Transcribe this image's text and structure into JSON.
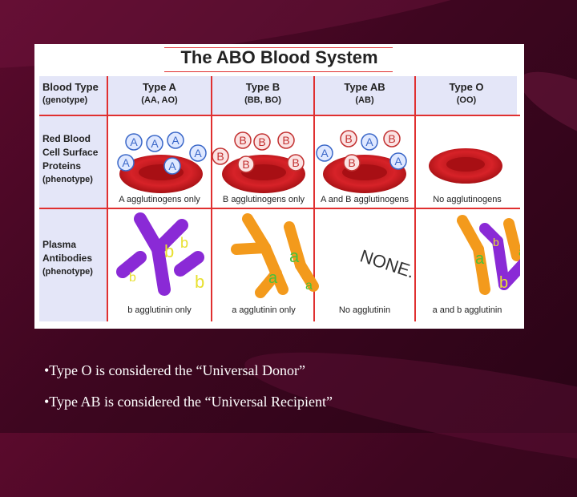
{
  "figure": {
    "title": "The ABO Blood System",
    "header_label": "Blood Type",
    "header_label_sub": "(genotype)",
    "types": [
      {
        "name": "Type A",
        "genotype": "(AA, AO)"
      },
      {
        "name": "Type B",
        "genotype": "(BB, BO)"
      },
      {
        "name": "Type AB",
        "genotype": "(AB)"
      },
      {
        "name": "Type O",
        "genotype": "(OO)"
      }
    ],
    "row_rbc": {
      "label_1": "Red Blood",
      "label_2": "Cell Surface",
      "label_3": "Proteins",
      "label_sub": "(phenotype)"
    },
    "row_plasma": {
      "label_1": "Plasma",
      "label_2": "Antibodies",
      "label_sub": "(phenotype)"
    },
    "rbc_captions": [
      "A agglutinogens only",
      "B agglutinogens only",
      "A and B agglutinogens",
      "No agglutinogens"
    ],
    "plasma_captions": [
      "b agglutinin only",
      "a agglutinin only",
      "No agglutinin",
      "a and b agglutinin"
    ],
    "none_text": "NONE.",
    "antigen_a": "A",
    "antigen_b": "B",
    "antibody_a": "a",
    "antibody_b": "b"
  },
  "bullets": [
    "•Type O is considered the “Universal Donor”",
    "•Type AB is considered the “Universal Recipient”"
  ]
}
